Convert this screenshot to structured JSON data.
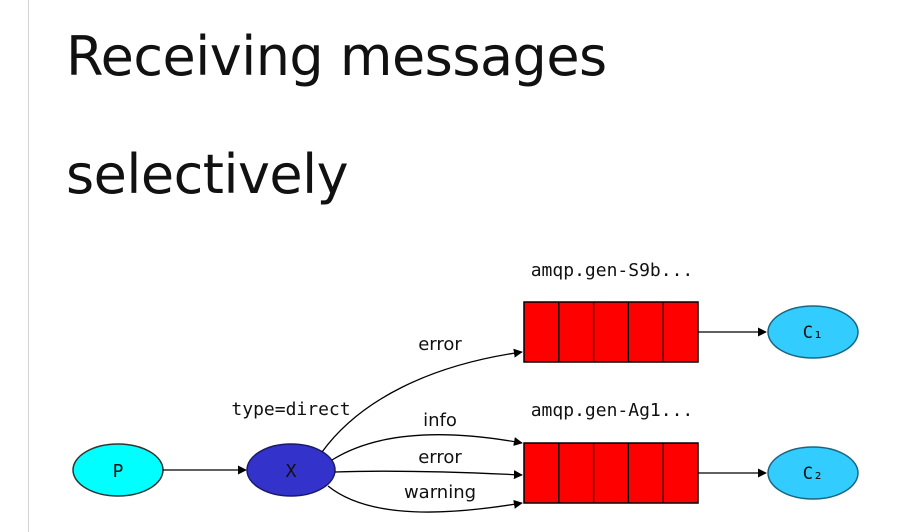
{
  "title": {
    "line1": "Receiving messages",
    "line2": "selectively"
  },
  "diagram": {
    "producer": {
      "label": "P"
    },
    "exchange": {
      "label": "X",
      "type_label": "type=direct"
    },
    "queue1": {
      "name": "amqp.gen-S9b..."
    },
    "queue2": {
      "name": "amqp.gen-Ag1..."
    },
    "consumer1": {
      "label": "C₁"
    },
    "consumer2": {
      "label": "C₂"
    },
    "bindings": {
      "q1_error": "error",
      "q2_info": "info",
      "q2_error": "error",
      "q2_warning": "warning"
    },
    "colors": {
      "producer_fill": "#00ffff",
      "exchange_fill": "#3333cc",
      "queue_fill": "#ff0000",
      "consumer_fill": "#33ccff"
    }
  }
}
